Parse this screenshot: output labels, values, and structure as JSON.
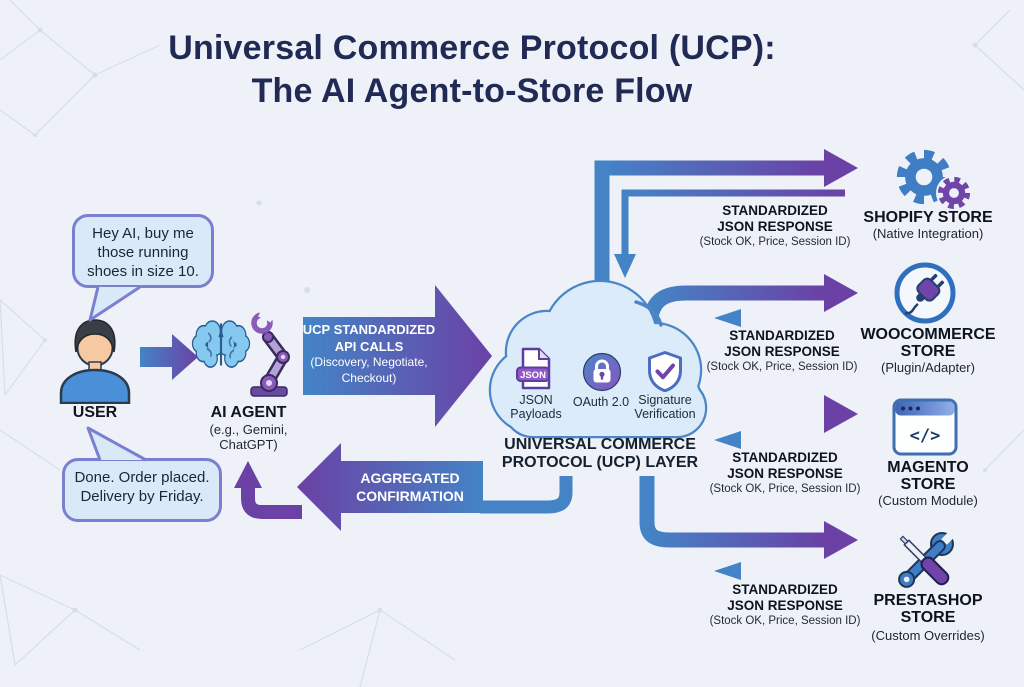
{
  "title": {
    "line1": "Universal Commerce Protocol (UCP):",
    "line2": "The AI Agent-to-Store Flow"
  },
  "user": {
    "label": "USER",
    "request_bubble": "Hey AI, buy me\nthose running\nshoes in size 10.",
    "confirmation_bubble": "Done. Order placed.\nDelivery by Friday."
  },
  "agent": {
    "label": "AI AGENT",
    "sublabel": "(e.g., Gemini,\nChatGPT)"
  },
  "request_arrow": {
    "line1": "UCP STANDARDIZED",
    "line2": "API CALLS",
    "line3": "(Discovery, Negotiate,",
    "line4": "Checkout)"
  },
  "confirmation_arrow": {
    "line1": "AGGREGATED",
    "line2": "CONFIRMATION"
  },
  "ucp": {
    "title": "UNIVERSAL COMMERCE\nPROTOCOL (UCP) LAYER",
    "features": [
      {
        "icon": "json-file-icon",
        "badge": "JSON",
        "label": "JSON\nPayloads"
      },
      {
        "icon": "oauth-lock-icon",
        "label": "OAuth 2.0"
      },
      {
        "icon": "shield-check-icon",
        "label": "Signature\nVerification"
      }
    ]
  },
  "response": {
    "line1": "STANDARDIZED",
    "line2": "JSON RESPONSE",
    "line3": "(Stock OK, Price, Session ID)"
  },
  "stores": [
    {
      "icon": "gears-icon",
      "name": "SHOPIFY STORE",
      "integration": "(Native Integration)"
    },
    {
      "icon": "plug-icon",
      "name": "WOOCOMMERCE\nSTORE",
      "integration": "(Plugin/Adapter)"
    },
    {
      "icon": "code-window-icon",
      "name": "MAGENTO\nSTORE",
      "integration": "(Custom Module)",
      "glyph": "</>"
    },
    {
      "icon": "tools-icon",
      "name": "PRESTASHOP\nSTORE",
      "integration": "(Custom Overrides)"
    }
  ],
  "colors": {
    "arrow_blue": "#4484c6",
    "arrow_purple": "#6b41a5",
    "title_navy": "#212a54",
    "bubble_bg": "#d9e9f8",
    "bubble_border": "#7b7fd0",
    "cloud_bg": "#dcebfa",
    "cloud_border": "#4a86c8",
    "background": "#eef2f8"
  }
}
